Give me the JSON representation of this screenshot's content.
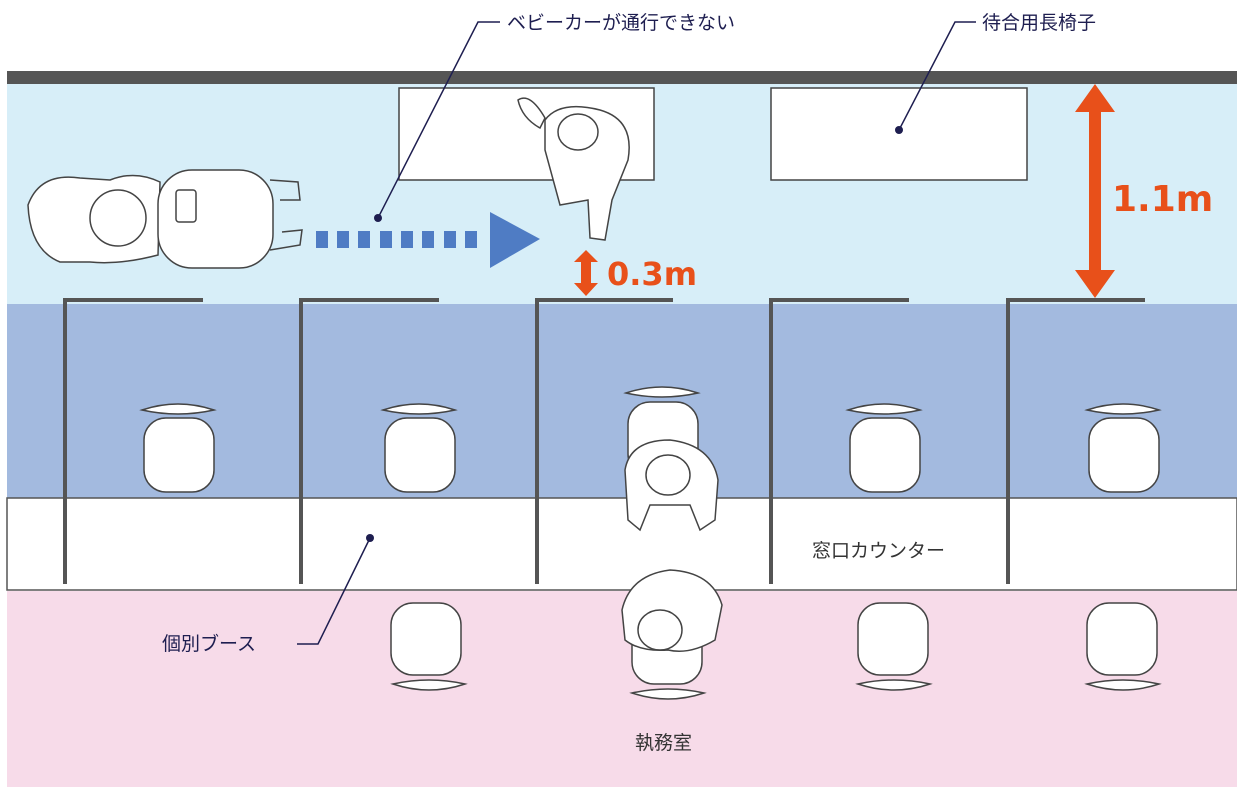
{
  "labels": {
    "stroller": "ベビーカーが通行できない",
    "bench": "待合用長椅子",
    "counter": "窓口カウンター",
    "booth": "個別ブース",
    "office": "執務室"
  },
  "measurements": {
    "narrow": "0.3m",
    "wide": "1.1m"
  },
  "colors": {
    "corridor": "#d7eef8",
    "booth_area": "#a3badf",
    "office_area": "#f7dbe9",
    "wall": "#555555",
    "accent": "#e8501a",
    "arrow": "#4f7cc4",
    "leader": "#1e1e50"
  }
}
